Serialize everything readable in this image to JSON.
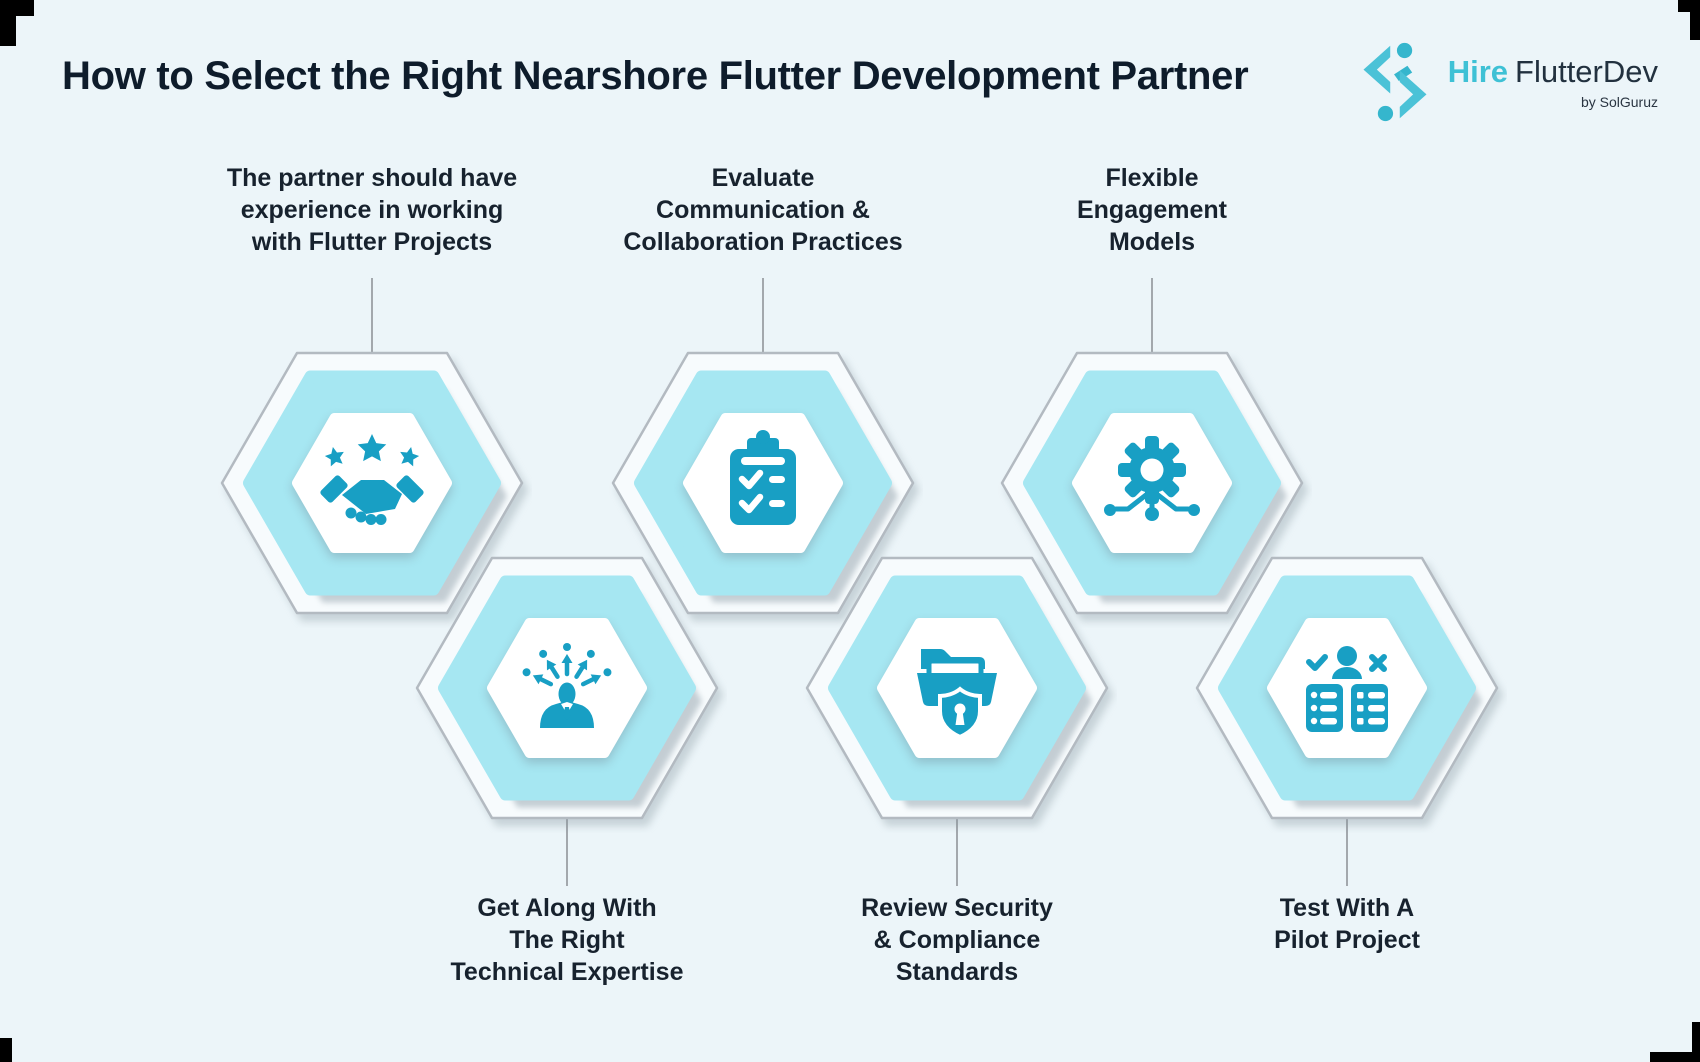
{
  "header": {
    "title": "How to Select the Right Nearshore Flutter Development Partner",
    "logo": {
      "brand_highlight": "Hire",
      "brand_rest": "FlutterDev",
      "byline": "by SolGuruz"
    }
  },
  "steps": [
    {
      "icon": "handshake-stars-icon",
      "lines": [
        "The partner should have",
        "experience in working",
        "with Flutter Projects"
      ]
    },
    {
      "icon": "checklist-clipboard-icon",
      "lines": [
        "Evaluate",
        "Communication &",
        "Collaboration Practices"
      ]
    },
    {
      "icon": "gear-network-icon",
      "lines": [
        "Flexible",
        "Engagement",
        "Models"
      ]
    },
    {
      "icon": "person-skills-icon",
      "lines": [
        "Get Along With",
        "The Right",
        "Technical Expertise"
      ]
    },
    {
      "icon": "secure-folder-icon",
      "lines": [
        "Review Security",
        "& Compliance",
        "Standards"
      ]
    },
    {
      "icon": "candidate-evaluation-icon",
      "lines": [
        "Test With A",
        "Pilot Project"
      ]
    }
  ],
  "colors": {
    "background": "#ECF5F9",
    "accent_teal": "#189FC4",
    "hexagon_fill": "#A6E7F2",
    "logo_teal": "#3EC1D5",
    "title_text": "#0E1C2B",
    "label_text": "#17222E"
  }
}
